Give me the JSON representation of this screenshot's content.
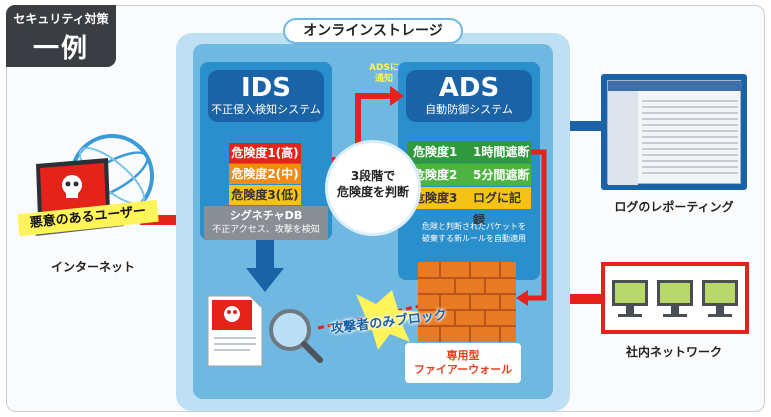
{
  "badge": {
    "line1": "セキュリティ対策",
    "line2": "一例"
  },
  "storage": {
    "title": "オンラインストレージ"
  },
  "ids": {
    "title": "IDS",
    "subtitle": "不正侵入検知システム",
    "levels": [
      "危険度1(高)",
      "危険度2(中)",
      "危険度3(低)"
    ],
    "level_colors": [
      "#e4231b",
      "#f08a19",
      "#f4c316"
    ],
    "sig_title": "シグネチャDB",
    "sig_sub": "不正アクセス、攻撃を検知"
  },
  "center": {
    "line1": "3段階で",
    "line2": "危険度を判断"
  },
  "notify": {
    "line1": "ADSに",
    "line2": "通知"
  },
  "ads": {
    "title": "ADS",
    "subtitle": "自動防御システム",
    "levels": [
      {
        "label": "危険度1",
        "action": "1時間遮断"
      },
      {
        "label": "危険度2",
        "action": "5分間遮断"
      },
      {
        "label": "危険度3",
        "action": "ログに記録"
      }
    ],
    "note_line1": "危険と判断されたパケットを",
    "note_line2": "破棄する新ルールを自動適用"
  },
  "firewall": {
    "line1": "専用型",
    "line2": "ファイアーウォール"
  },
  "attack_block": "攻撃者のみブロック",
  "malicious_user": "悪意のあるユーザー",
  "internet": "インターネット",
  "log_report": "ログのレポーティング",
  "internal_network": "社内ネットワーク",
  "colors": {
    "red": "#e4231b",
    "green": "#2f9a3d",
    "blue": "#1a63a6",
    "yellow": "#fff45a"
  }
}
